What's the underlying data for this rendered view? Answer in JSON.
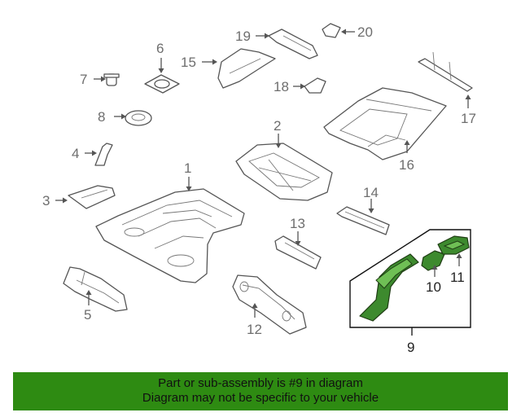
{
  "callouts": {
    "c1": "1",
    "c2": "2",
    "c3": "3",
    "c4": "4",
    "c5": "5",
    "c6": "6",
    "c7": "7",
    "c8": "8",
    "c9": "9",
    "c10": "10",
    "c11": "11",
    "c12": "12",
    "c13": "13",
    "c14": "14",
    "c15": "15",
    "c16": "16",
    "c17": "17",
    "c18": "18",
    "c19": "19",
    "c20": "20"
  },
  "banner": {
    "line1": "Part or sub-assembly is #9 in diagram",
    "line2": "Diagram may not be specific to your vehicle"
  },
  "colors": {
    "highlight_part": "#3d8a2e",
    "banner_background": "#2e8b12",
    "line_art": "#555555"
  }
}
